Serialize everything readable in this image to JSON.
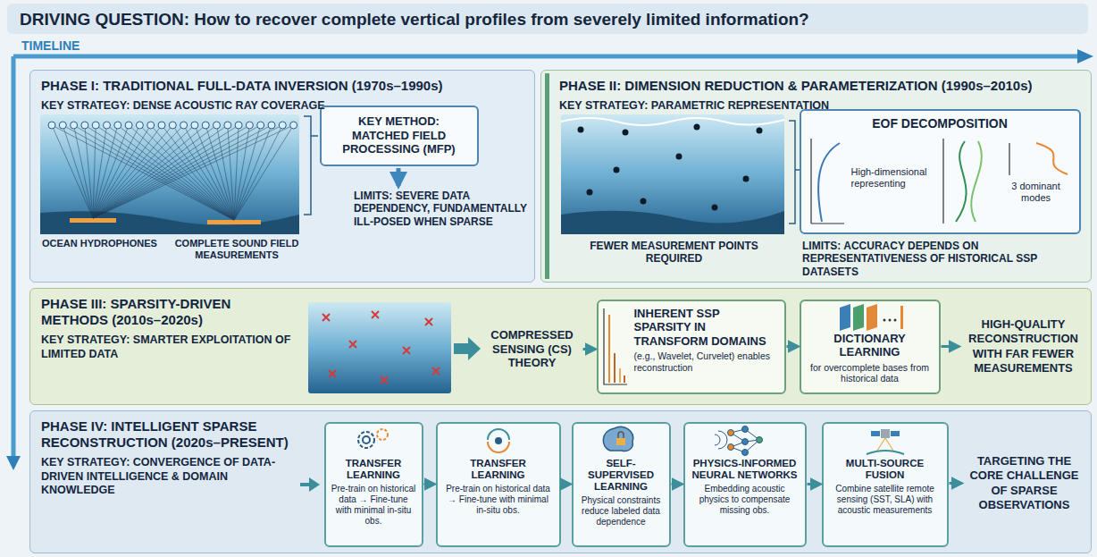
{
  "diagram": {
    "title": "DRIVING QUESTION: How to recover complete vertical profiles from severely limited information?",
    "nodes": [
      {
        "text": [
          "PHASE I: TRADITIONAL FULL-DATA INVERSION (1970s–1990s)",
          "KEY STRATEGY: DENSE ACOUSTIC RAY COVERAGE"
        ]
      },
      {
        "text": [
          "KEY METHOD: MATCHED FIELD PROCESSING (MFP)"
        ],
        "in": 0
      },
      {
        "text": [
          "PHASE II: DIMENSION REDUCTION & PARAMETERIZATION (1990s–2010s)",
          "KEY STRATEGY: PARAMETRIC REPRESENTATION"
        ]
      },
      {
        "text": [
          "EOF DECOMPOSITION",
          "High-dimensional representing",
          "3 dominant modes"
        ],
        "in": 2
      },
      {
        "text": [
          "PHASE III: SPARSITY-DRIVEN METHODS (2010s–2020s)",
          "KEY STRATEGY: SMARTER EXPLOITATION OF LIMITED DATA"
        ]
      },
      {
        "text": [
          "COMPRESSED SENSING (CS) THEORY"
        ],
        "in": 4
      },
      {
        "text": [
          "INHERENT SSP SPARSITY IN TRANSFORM DOMAINS",
          "(e.g., Wavelet, Curvelet) enables reconstruction"
        ],
        "in": 4
      },
      {
        "text": [
          "DICTIONARY LEARNING",
          "for overcomplete bases from historical data"
        ],
        "in": 4
      },
      {
        "text": [
          "HIGH-QUALITY RECONSTRUCTION WITH FAR FEWER MEASUREMENTS"
        ],
        "in": 4
      },
      {
        "text": [
          "PHASE IV: INTELLIGENT SPARSE RECONSTRUCTION (2020s–PRESENT)",
          "KEY STRATEGY: CONVERGENCE OF DATA-DRIVEN INTELLIGENCE & DOMAIN KNOWLEDGE"
        ]
      },
      {
        "text": [
          "TRANSFER LEARNING",
          "Pre-train on historical data → Fine-tune with minimal in-situ obs."
        ],
        "in": 9
      },
      {
        "text": [
          "TRANSFER LEARNING",
          "Pre-train on historical data → Fine-tune with minimal in-situ obs."
        ],
        "in": 9
      },
      {
        "text": [
          "SELF-SUPERVISED LEARNING",
          "Physical constraints reduce labeled data dependence"
        ],
        "in": 9
      },
      {
        "text": [
          "PHYSICS-INFORMED NEURAL NETWORKS",
          "Embedding acoustic physics to compensate missing obs."
        ],
        "in": 9
      },
      {
        "text": [
          "MULTI-SOURCE FUSION",
          "Combine satellite remote sensing (SST, SLA) with acoustic measurements"
        ],
        "in": 9
      },
      {
        "text": [
          "TARGETING THE CORE CHALLENGE OF SPARSE OBSERVATIONS"
        ],
        "in": 9
      }
    ],
    "edges": [
      {
        "from": 5,
        "to": 6,
        "arrow": "to"
      },
      {
        "from": 6,
        "to": 7,
        "arrow": "to"
      },
      {
        "from": 7,
        "to": 8,
        "arrow": "to"
      },
      {
        "from": 10,
        "to": 11,
        "arrow": "to"
      },
      {
        "from": 11,
        "to": 12,
        "arrow": "to"
      },
      {
        "from": 12,
        "to": 13,
        "arrow": "to"
      },
      {
        "from": 13,
        "to": 14,
        "arrow": "to"
      },
      {
        "from": 14,
        "to": 15,
        "arrow": "to"
      }
    ],
    "labels": [
      "TIMELINE",
      "OCEAN HYDROPHONES",
      "COMPLETE SOUND FIELD MEASUREMENTS",
      "LIMITS: SEVERE DATA DEPENDENCY, FUNDAMENTALLY ILL-POSED WHEN SPARSE",
      "FEWER MEASUREMENT POINTS REQUIRED",
      "LIMITS: ACCURACY DEPENDS ON REPRESENTATIVENESS OF HISTORICAL SSP DATASETS"
    ]
  }
}
